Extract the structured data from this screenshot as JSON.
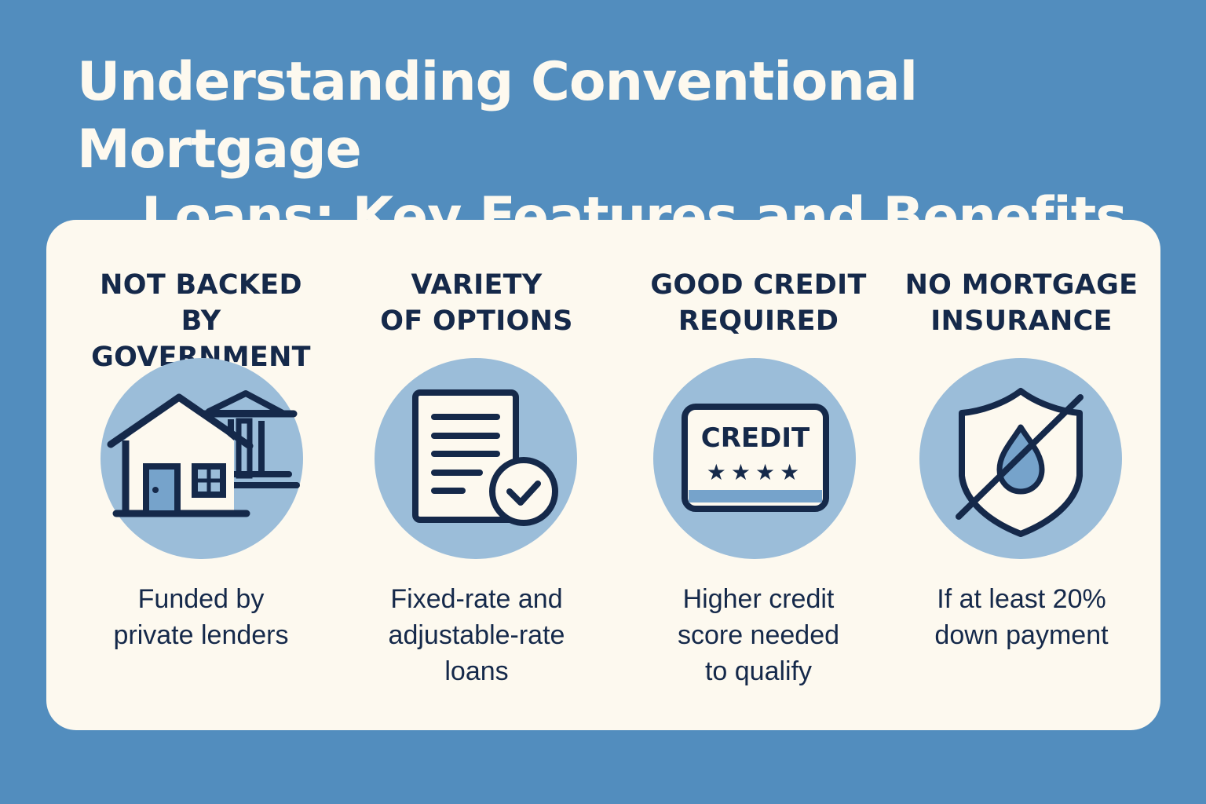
{
  "title": {
    "line1": "Understanding Conventional Mortgage",
    "line2": "Loans: Key Features and Benefits"
  },
  "colors": {
    "background": "#528dbe",
    "card": "#fdf9ef",
    "text": "#15294a",
    "icon_circle": "#9bbdd9",
    "icon_fill_accent": "#76a3cb"
  },
  "features": [
    {
      "heading_line1": "NOT BACKED",
      "heading_line2": "BY GOVERNMENT",
      "icon": "house-bank-icon",
      "desc_line1": "Funded by",
      "desc_line2": "private lenders",
      "desc_line3": ""
    },
    {
      "heading_line1": "VARIETY",
      "heading_line2": "OF OPTIONS",
      "icon": "document-check-icon",
      "desc_line1": "Fixed-rate and",
      "desc_line2": "adjustable-rate",
      "desc_line3": "loans"
    },
    {
      "heading_line1": "GOOD CREDIT",
      "heading_line2": "REQUIRED",
      "icon": "credit-card-stars-icon",
      "icon_text": "CREDIT",
      "desc_line1": "Higher credit",
      "desc_line2": "score needed",
      "desc_line3": "to qualify"
    },
    {
      "heading_line1": "NO MORTGAGE",
      "heading_line2": "INSURANCE",
      "icon": "shield-crossed-out-icon",
      "desc_line1": "If at least 20%",
      "desc_line2": "down payment",
      "desc_line3": ""
    }
  ]
}
